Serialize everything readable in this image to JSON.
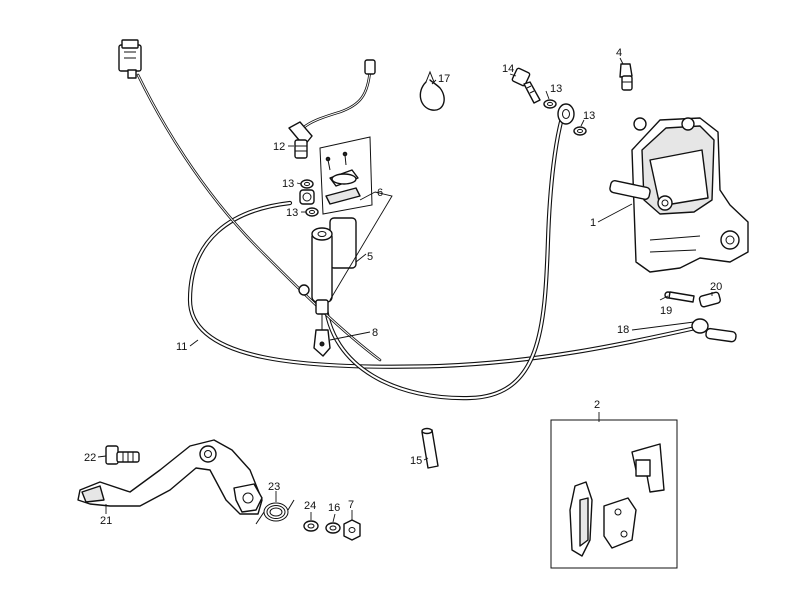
{
  "callouts": {
    "c1": "1",
    "c2": "2",
    "c4": "4",
    "c5": "5",
    "c6": "6",
    "c7": "7",
    "c8": "8",
    "c11": "11",
    "c12": "12",
    "c13a": "13",
    "c13b": "13",
    "c13c": "13",
    "c13d": "13",
    "c14": "14",
    "c15": "15",
    "c16": "16",
    "c17": "17",
    "c18": "18",
    "c19": "19",
    "c20": "20",
    "c21": "21",
    "c22": "22",
    "c23": "23",
    "c24": "24"
  },
  "colors": {
    "line": "#111111",
    "background": "#ffffff",
    "shade": "#e6e6e6"
  }
}
